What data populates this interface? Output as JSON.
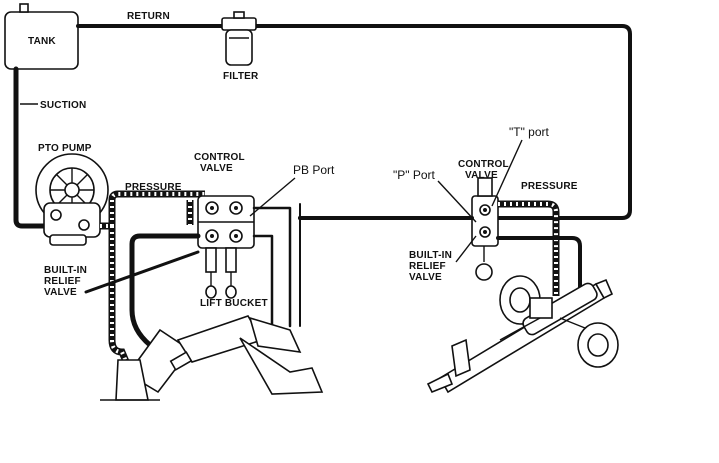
{
  "labels": {
    "tank": "TANK",
    "return": "RETURN",
    "filter": "FILTER",
    "suction": "SUCTION",
    "pto_pump": "PTO PUMP",
    "pressure_left": "PRESSURE",
    "control_valve_left_1": "CONTROL",
    "control_valve_left_2": "VALVE",
    "pb_port": "PB Port",
    "built_in_left_1": "BUILT-IN",
    "built_in_left_2": "RELIEF",
    "built_in_left_3": "VALVE",
    "lift_bucket": "LIFT  BUCKET",
    "t_port": "\"T\" port",
    "p_port": "\"P\" Port",
    "control_valve_right_1": "CONTROL",
    "control_valve_right_2": "VALVE",
    "pressure_right": "PRESSURE",
    "built_in_right_1": "BUILT-IN",
    "built_in_right_2": "RELIEF",
    "built_in_right_3": "VALVE"
  }
}
